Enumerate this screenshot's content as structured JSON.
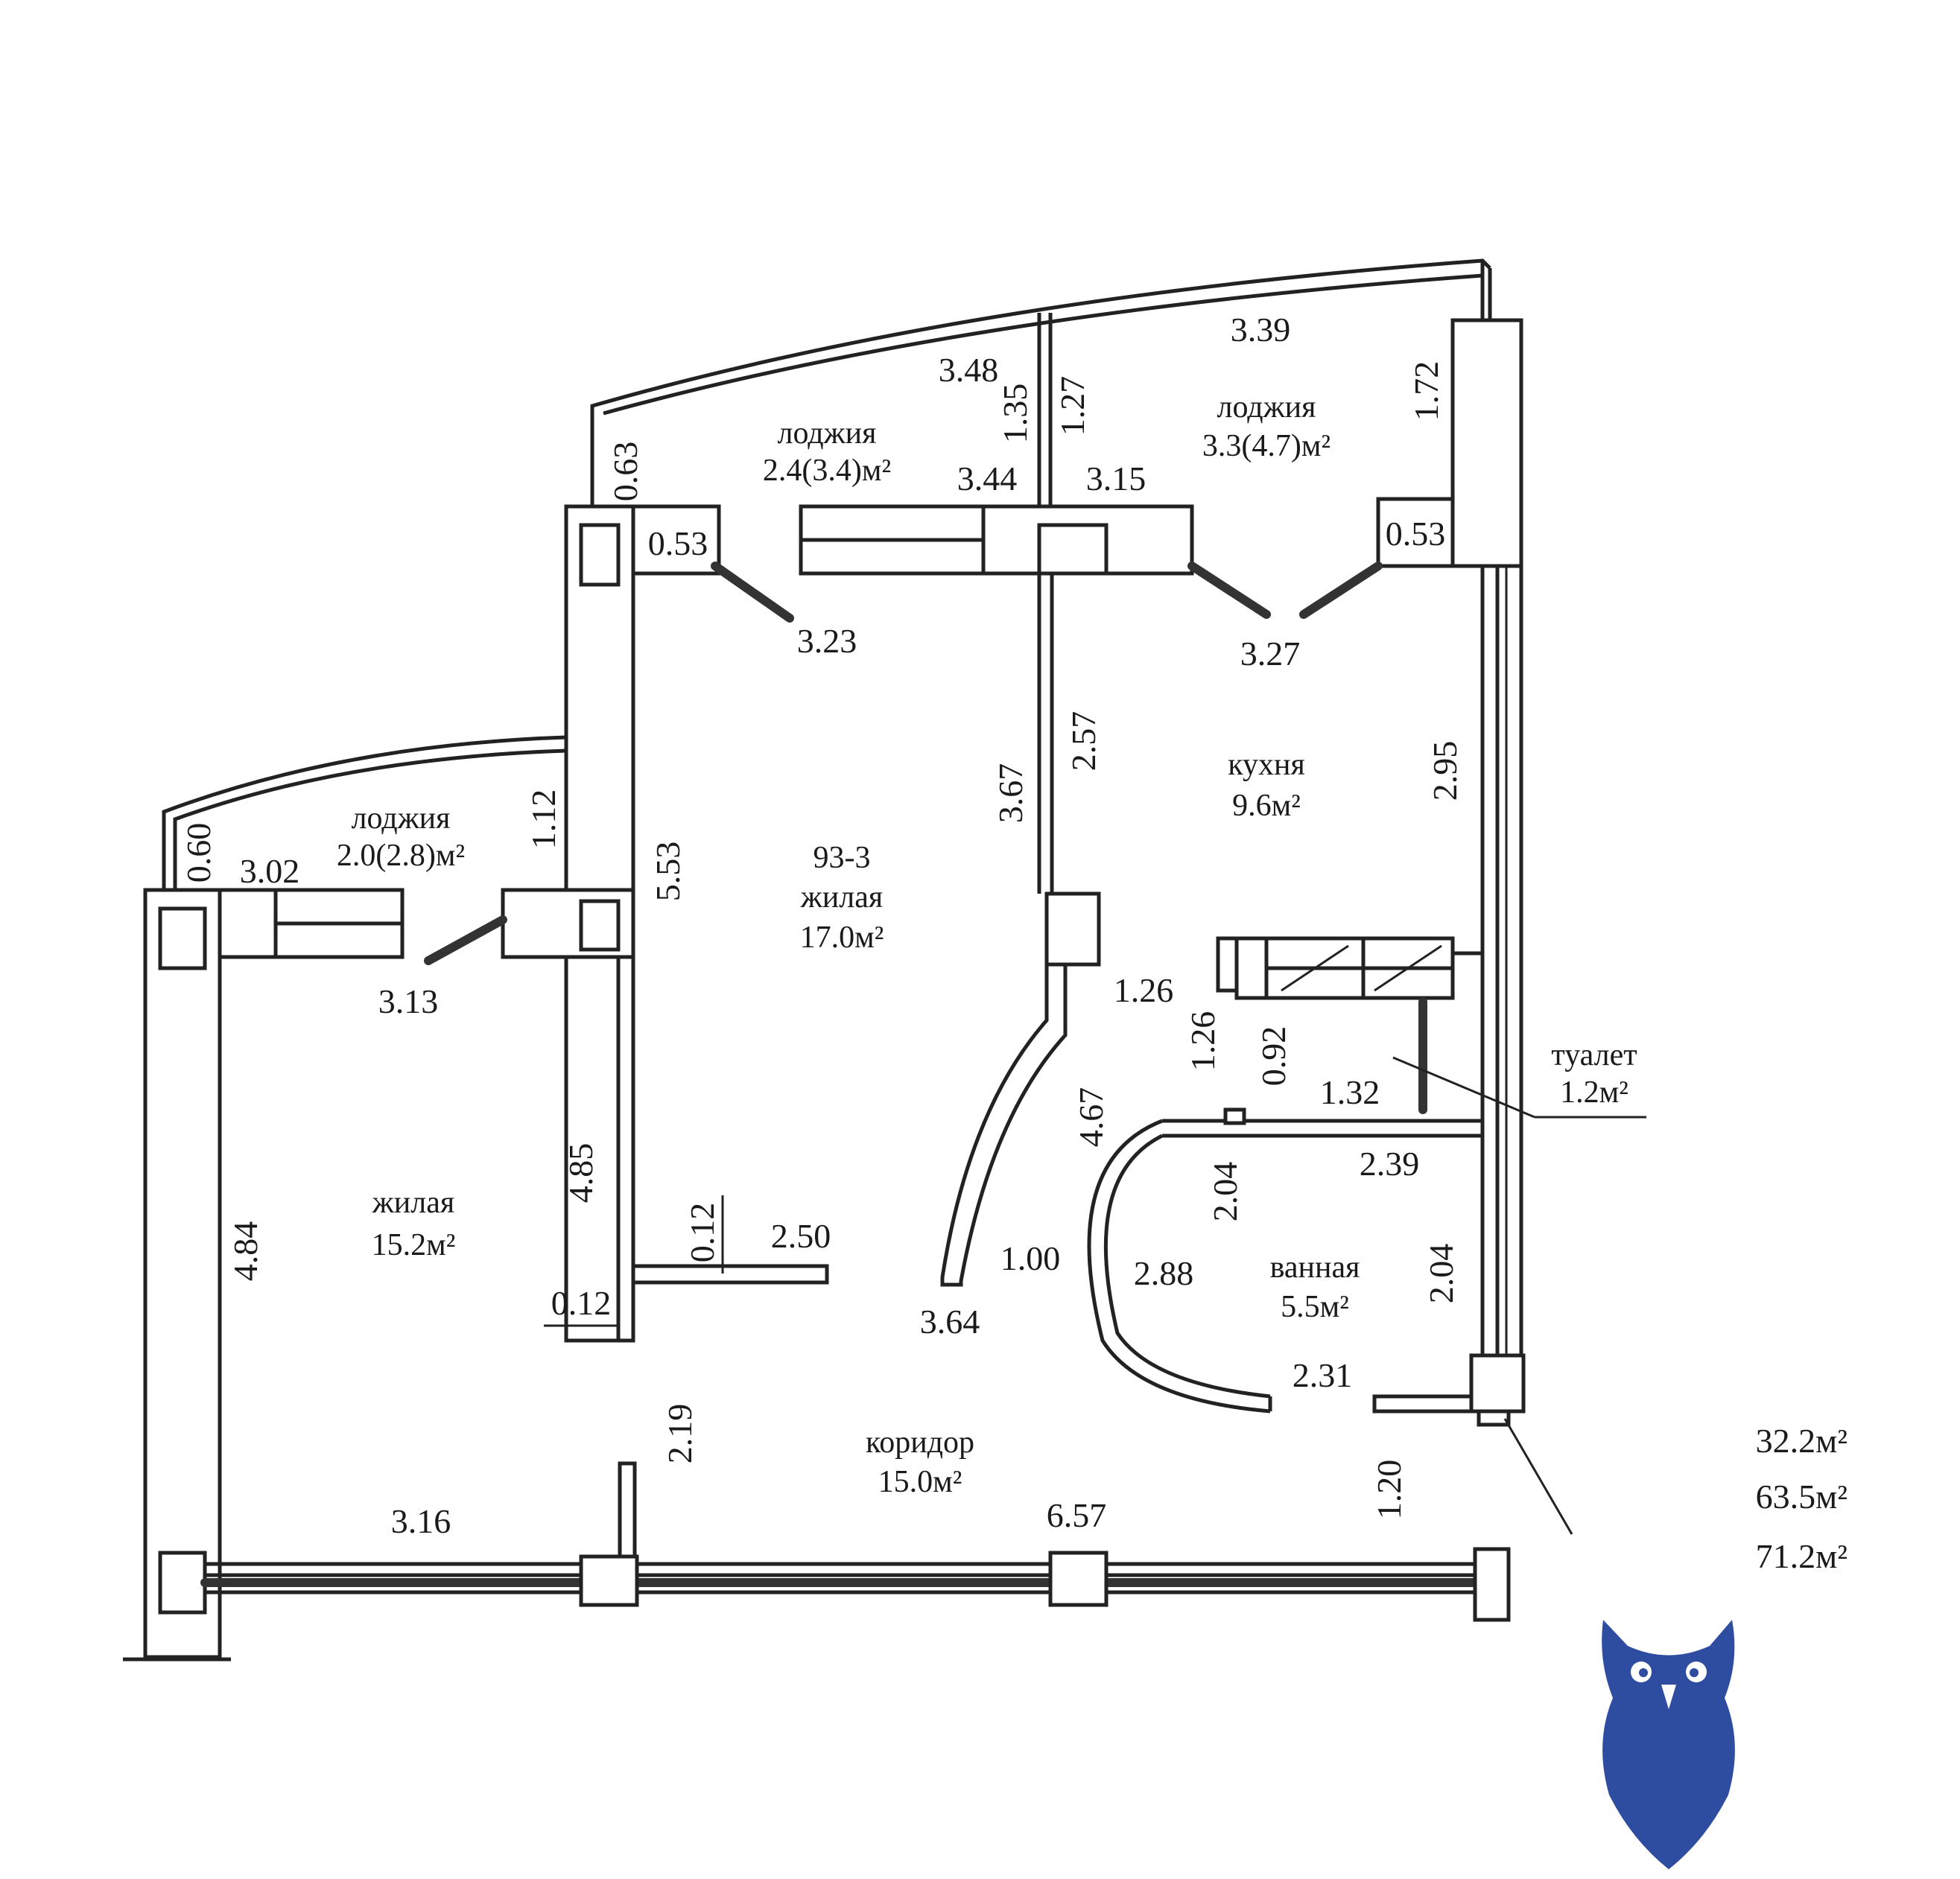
{
  "rooms": {
    "loggia_center": {
      "name": "лоджия",
      "area": "2.4(3.4)м²"
    },
    "loggia_right": {
      "name": "лоджия",
      "area": "3.3(4.7)м²"
    },
    "loggia_left": {
      "name": "лоджия",
      "area": "2.0(2.8)м²"
    },
    "living_main": {
      "code": "93-3",
      "name": "жилая",
      "area": "17.0м²"
    },
    "kitchen": {
      "name": "кухня",
      "area": "9.6м²"
    },
    "toilet": {
      "name": "туалет",
      "area": "1.2м²"
    },
    "living_left": {
      "name": "жилая",
      "area": "15.2м²"
    },
    "bathroom": {
      "name": "ванная",
      "area": "5.5м²"
    },
    "corridor": {
      "name": "коридор",
      "area": "15.0м²"
    }
  },
  "dimensions": {
    "d_348": "3.48",
    "d_135": "1.35",
    "d_127": "1.27",
    "d_339": "3.39",
    "d_172": "1.72",
    "d_063": "0.63",
    "d_344": "3.44",
    "d_315": "3.15",
    "d_053a": "0.53",
    "d_053b": "0.53",
    "d_323": "3.23",
    "d_327": "3.27",
    "d_257": "2.57",
    "d_367": "3.67",
    "d_295": "2.95",
    "d_060": "0.60",
    "d_302": "3.02",
    "d_112": "1.12",
    "d_553": "5.53",
    "d_313": "3.13",
    "d_126a": "1.26",
    "d_126b": "1.26",
    "d_092": "0.92",
    "d_132": "1.32",
    "d_467": "4.67",
    "d_204a": "2.04",
    "d_239": "2.39",
    "d_485": "4.85",
    "d_484": "4.84",
    "d_012a": "0.12",
    "d_250": "2.50",
    "d_012b": "0.12",
    "d_100": "1.00",
    "d_288": "2.88",
    "d_204b": "2.04",
    "d_364": "3.64",
    "d_231": "2.31",
    "d_219": "2.19",
    "d_120": "1.20",
    "d_316": "3.16",
    "d_657": "6.57"
  },
  "totals": [
    "32.2м²",
    "63.5м²",
    "71.2м²"
  ],
  "logo": {
    "icon": "owl-icon",
    "color": "#2f4da0"
  }
}
